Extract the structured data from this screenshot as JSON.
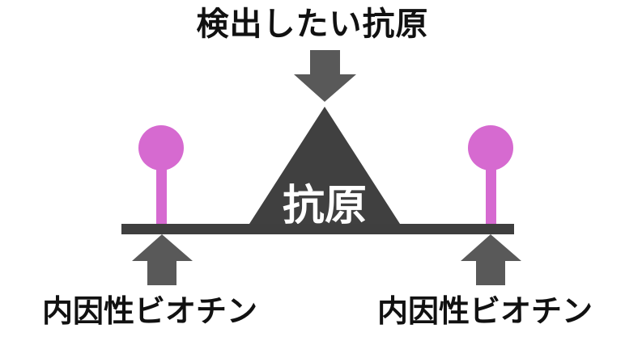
{
  "labels": {
    "target_antigen": "検出したい抗原",
    "antigen": "抗原",
    "biotin_left": "内因性ビオチン",
    "biotin_right": "内因性ビオチン"
  },
  "colors": {
    "text": "#111111",
    "arrow": "#595959",
    "triangle": "#404040",
    "bar": "#3f3f3f",
    "biotin": "#d66ad0",
    "antigen_text": "#ffffff"
  },
  "icons": {
    "down_arrow": "arrow-down-icon",
    "up_arrow": "arrow-up-icon",
    "biotin_marker": "lollipop-pin-icon"
  }
}
